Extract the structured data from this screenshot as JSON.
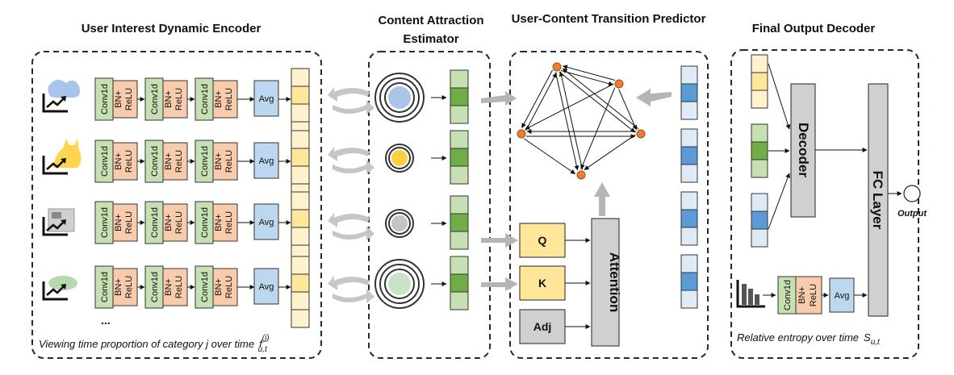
{
  "sections": {
    "encoder_title": "User Interest Dynamic Encoder",
    "estimator_title_line1": "Content Attraction",
    "estimator_title_line2": "Estimator",
    "predictor_title": "User-Content Transition Predictor",
    "decoder_section_title": "Final Output Decoder"
  },
  "blocks": {
    "conv": "Conv1d",
    "bn_line1": "BN+",
    "bn_line2": "ReLU",
    "avg": "Avg",
    "ellipsis": "...",
    "q": "Q",
    "k": "K",
    "adj": "Adj",
    "attention": "Attention",
    "decoder": "Decoder",
    "fc": "FC Layer",
    "output": "Output"
  },
  "captions": {
    "viewing_prefix": "Viewing time proportion of category j over time",
    "viewing_math": "f",
    "viewing_sup": "(j)",
    "viewing_sub": "u,t",
    "entropy_prefix": "Relative entropy over time",
    "entropy_math": "S",
    "entropy_sub": "u,t"
  },
  "colors": {
    "green": "#c6e0b4",
    "green_dark": "#70ad47",
    "orange": "#f8cbad",
    "blue": "#bdd7ee",
    "yellow_light": "#fff2cc",
    "yellow": "#ffe699",
    "blue_dark": "#5b9bd5",
    "blue_light": "#deebf7",
    "gray": "#d0d0d0",
    "node": "#ed7d31",
    "frame": "#1f2a44"
  },
  "icons": {
    "row1": "game-line-chart-icon",
    "row2": "cat-line-chart-icon",
    "row3": "news-line-chart-icon",
    "row4": "food-line-chart-icon",
    "entropy": "bar-chart-icon",
    "est1": "robot-target-icon",
    "est2": "cat-target-icon",
    "est3": "news-target-icon",
    "est4": "food-target-icon"
  }
}
